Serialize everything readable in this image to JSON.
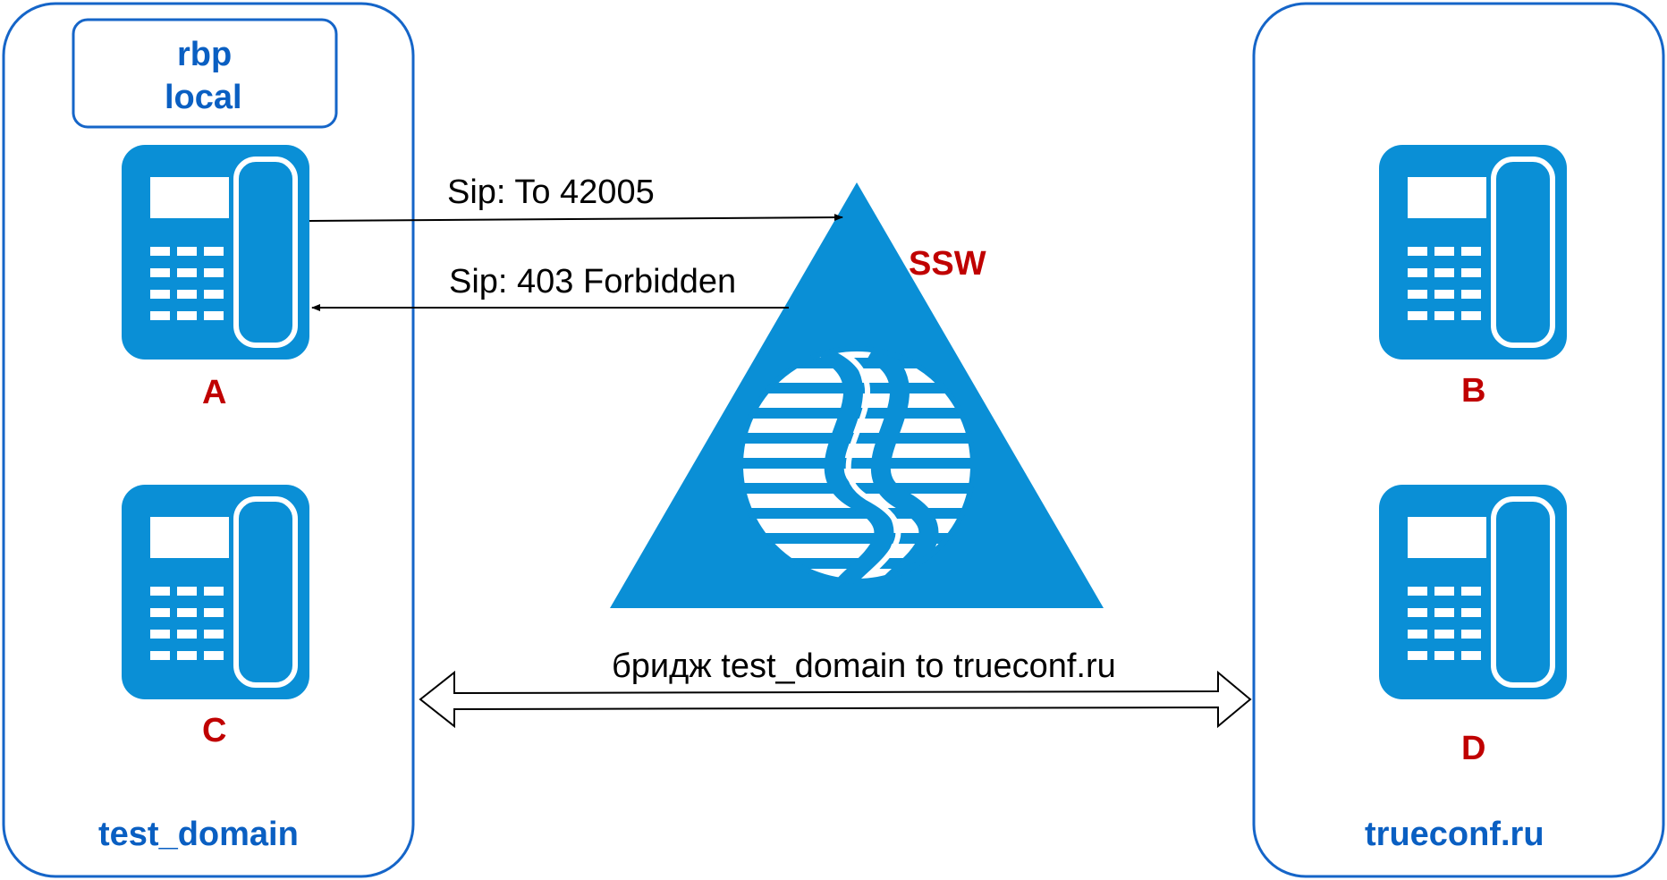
{
  "left_domain": {
    "label": "test_domain",
    "badge_line1": "rbp",
    "badge_line2": "local",
    "phones": [
      {
        "label": "A",
        "icon": "desk-phone-icon"
      },
      {
        "label": "C",
        "icon": "desk-phone-icon"
      }
    ]
  },
  "right_domain": {
    "label": "trueconf.ru",
    "phones": [
      {
        "label": "B",
        "icon": "desk-phone-icon"
      },
      {
        "label": "D",
        "icon": "desk-phone-icon"
      }
    ]
  },
  "softswitch": {
    "label": "SSW",
    "icon": "softswitch-triangle-icon"
  },
  "messages": {
    "request": "Sip: To 42005",
    "response": "Sip: 403 Forbidden",
    "bridge": "бридж test_domain to trueconf.ru"
  },
  "colors": {
    "domain_border": "#1565c8",
    "device_blue": "#0a8fd6",
    "label_blue": "#0a5fc2",
    "label_red": "#c00000"
  }
}
